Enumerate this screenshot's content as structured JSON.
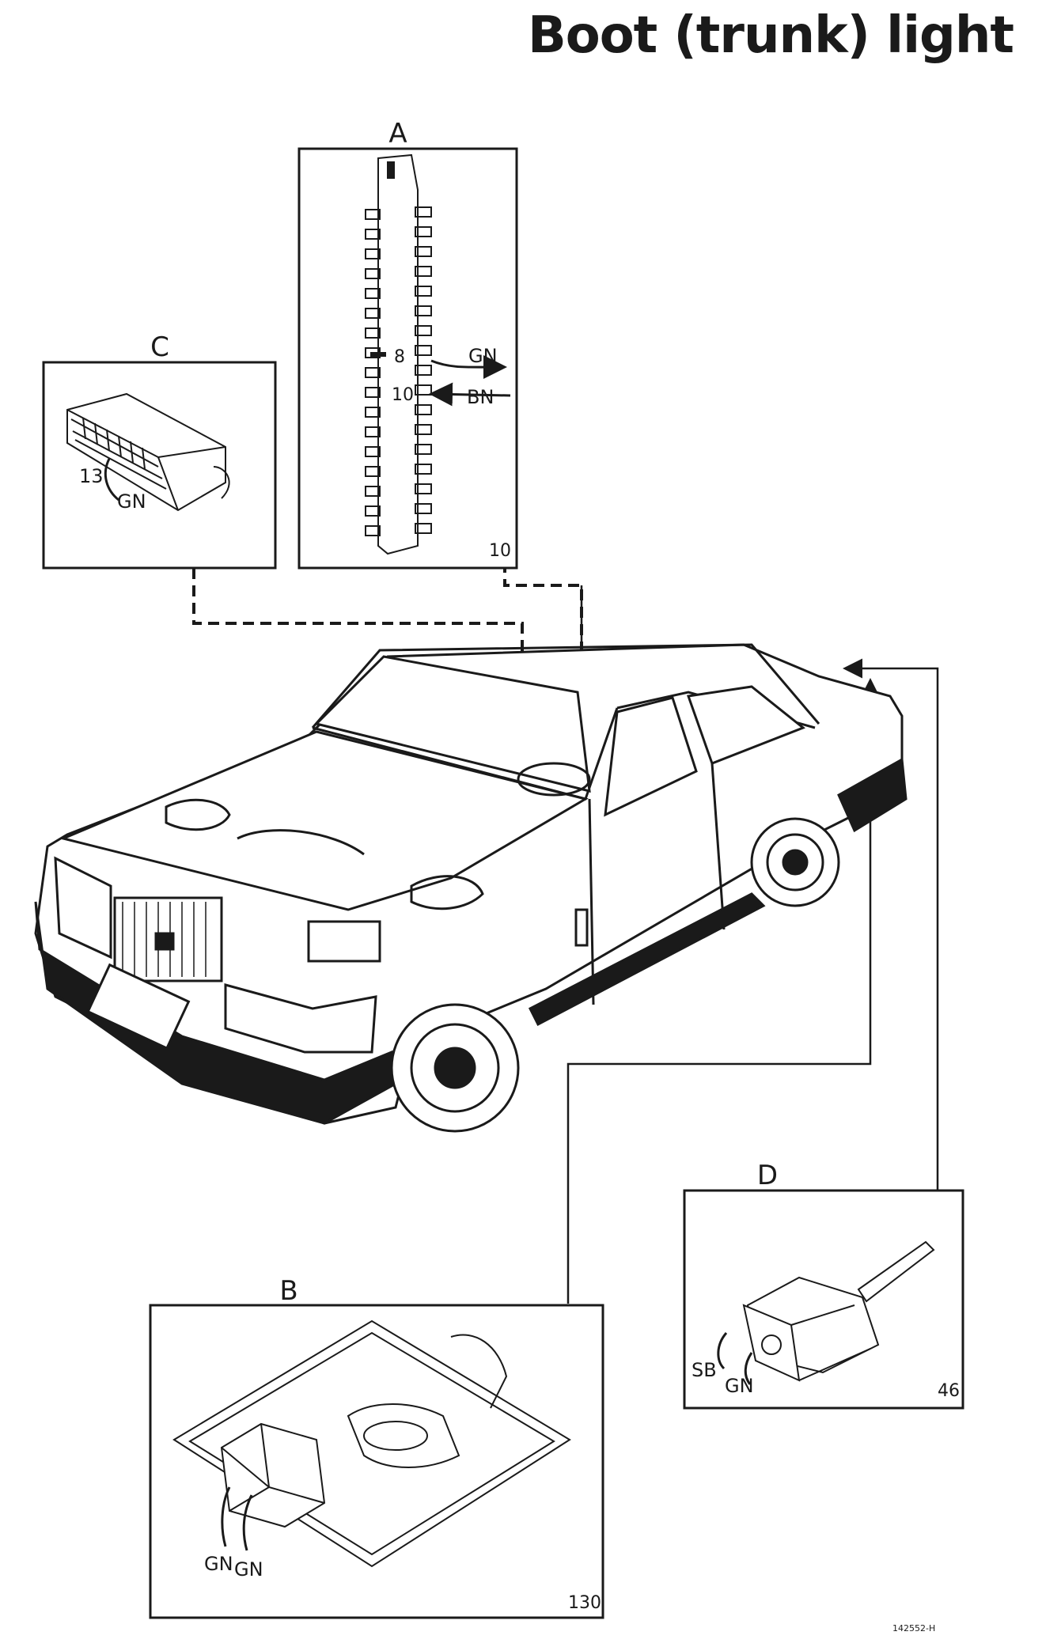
{
  "title": "Boot (trunk) light",
  "panels": {
    "a": {
      "letter": "A",
      "number": "10",
      "pin_top": "8",
      "pin_bottom": "10",
      "wire_top": "GN",
      "wire_bottom": "BN"
    },
    "b": {
      "letter": "B",
      "number": "130",
      "wire_left": "GN",
      "wire_right": "GN"
    },
    "c": {
      "letter": "C",
      "pin": "13",
      "wire": "GN"
    },
    "d": {
      "letter": "D",
      "number": "46",
      "wire_left": "SB",
      "wire_right": "GN"
    }
  },
  "reference_code": "142552-H",
  "colors": {
    "ink": "#1a1a1a",
    "background": "#ffffff"
  }
}
